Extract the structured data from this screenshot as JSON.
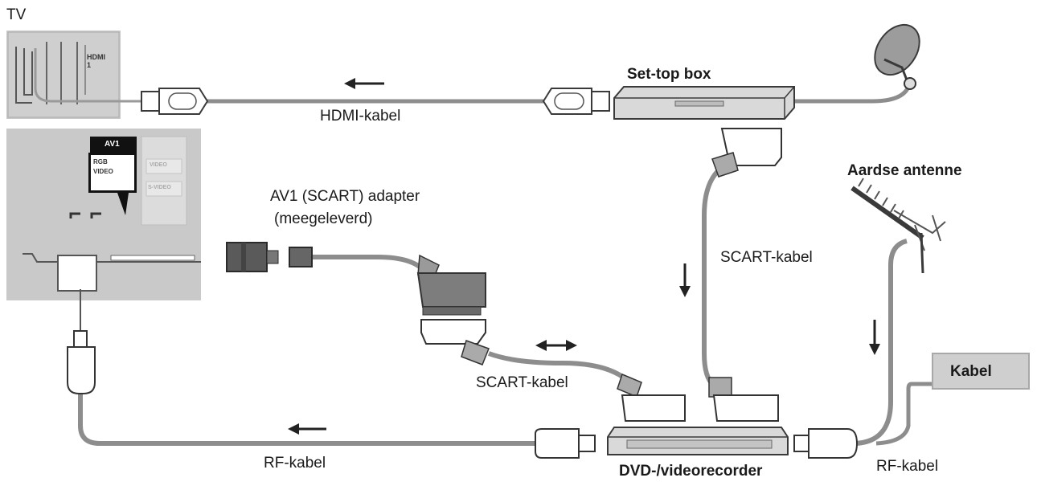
{
  "labels": {
    "tv": "TV",
    "hdmi_port": "HDMI\n1",
    "av1_header": "AV1",
    "av1_rgb": "RGB",
    "av1_video": "VIDEO",
    "side_video": "VIDEO",
    "side_sdt": "S-VIDEO",
    "settop": "Set-top box",
    "hdmi_cable": "HDMI-kabel",
    "aardse": "Aardse antenne",
    "adapter_line1": "AV1 (SCART) adapter",
    "adapter_line2": "(meegeleverd)",
    "scart_right": "SCART-kabel",
    "scart_left": "SCART-kabel",
    "kabel_box": "Kabel",
    "rf_left": "RF-kabel",
    "dvd": "DVD-/videorecorder",
    "rf_right": "RF-kabel"
  },
  "colors": {
    "panel": "#c9c9c9",
    "cable": "#8d8d8d",
    "outline": "#3a3a3a",
    "device": "#d9d9d9"
  }
}
